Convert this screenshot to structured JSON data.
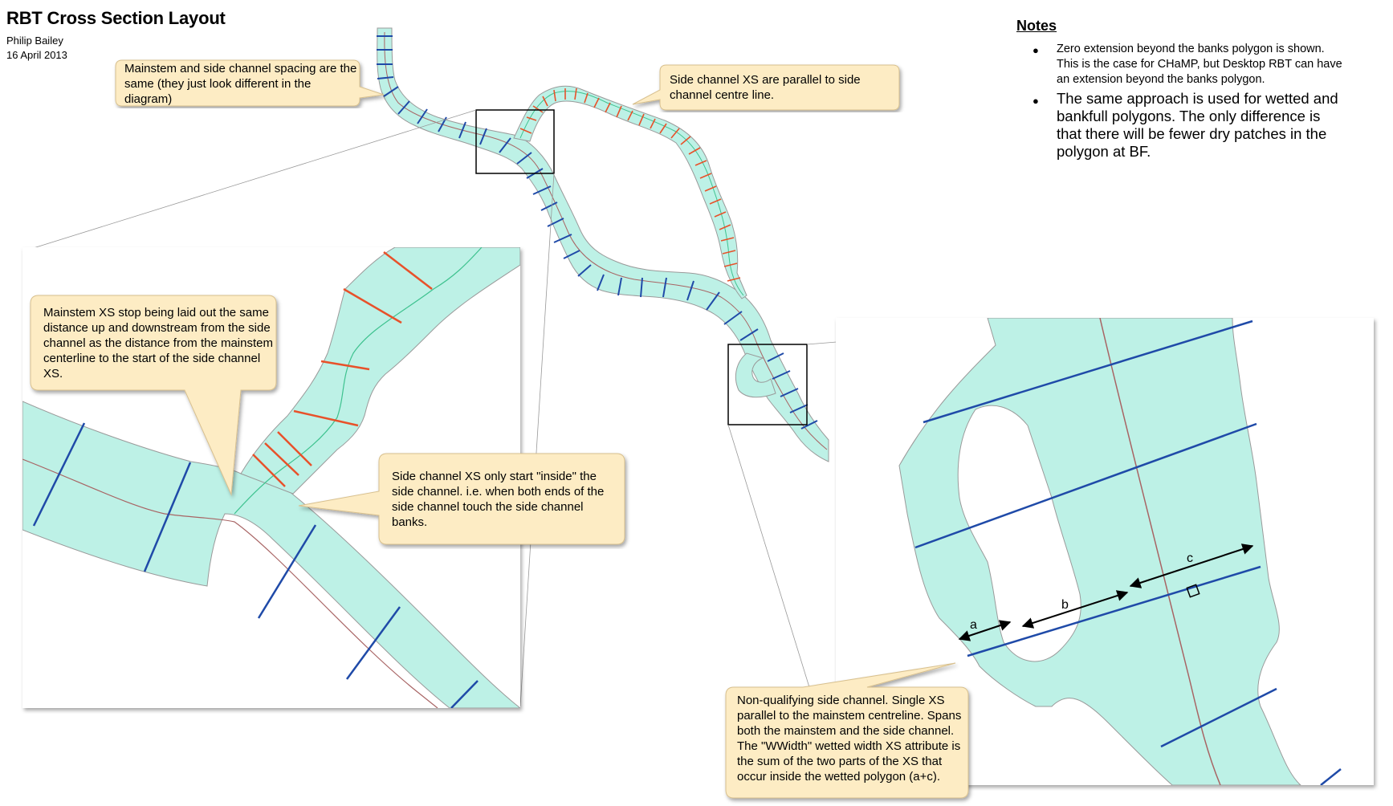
{
  "header": {
    "title": "RBT Cross Section Layout",
    "author": "Philip Bailey",
    "date": "16 April 2013"
  },
  "notes": {
    "heading": "Notes",
    "items": [
      "Zero extension beyond the banks polygon is shown. This is the case for CHaMP, but Desktop RBT can have an extension beyond the banks polygon.",
      "The same approach is used for wetted and bankfull polygons. The only difference is that there will be fewer dry patches in the polygon at BF."
    ]
  },
  "callouts": {
    "spacing": "Mainstem and side channel spacing are the same (they just look different in the diagram)",
    "parallel": "Side channel XS are parallel to side channel centre line.",
    "mainstem_stop": "Mainstem XS stop being laid out the same distance up and downstream from the side channel as the distance from the mainstem centerline to the start of the side channel XS.",
    "inside": "Side channel XS only start \"inside\" the side channel. i.e. when both ends of the side channel touch the side channel banks.",
    "non_qualifying": "Non-qualifying side channel. Single XS parallel to the mainstem centreline. Spans both the mainstem and the side channel. The \"WWidth\" wetted width XS attribute is the sum of the two parts of the XS that occur inside the wetted polygon (a+c)."
  },
  "measure_labels": {
    "a": "a",
    "b": "b",
    "c": "c"
  },
  "colors": {
    "water": "#bdf1e6",
    "bank_outline": "#9a9a9a",
    "mainstem_xs": "#1f4aa8",
    "side_channel_xs": "#e8512a",
    "centerline": "#a86464",
    "side_centerline": "#3ec28f",
    "callout_fill": "#fdecc4",
    "callout_border": "#d8c08e"
  }
}
